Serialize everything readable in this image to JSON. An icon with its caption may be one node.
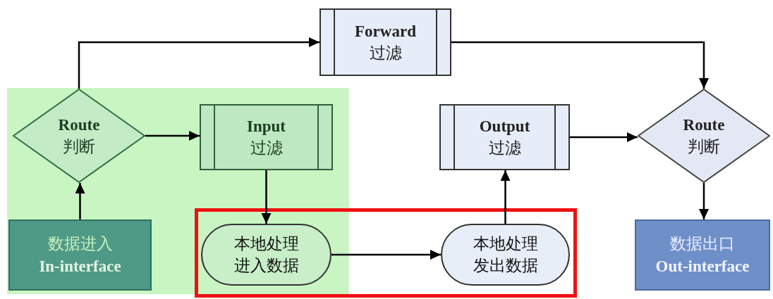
{
  "diagram": {
    "nodes": [
      {
        "text": [
          "Forward",
          "过滤"
        ]
      },
      {
        "text": [
          "Route",
          "判断"
        ]
      },
      {
        "text": [
          "Input",
          "过滤"
        ]
      },
      {
        "text": [
          "Output",
          "过滤"
        ]
      },
      {
        "text": [
          "Route",
          "判断"
        ]
      },
      {
        "text": [
          "数据进入",
          "In-interface"
        ]
      },
      {
        "text": [
          "本地处理",
          "进入数据"
        ]
      },
      {
        "text": [
          "本地处理",
          "发出数据"
        ]
      },
      {
        "text": [
          "数据出口",
          "Out-interface"
        ]
      }
    ],
    "edges": [
      {
        "from": 1,
        "to": 0,
        "arrow": "to"
      },
      {
        "from": 0,
        "to": 4,
        "arrow": "to"
      },
      {
        "from": 5,
        "to": 1,
        "arrow": "to"
      },
      {
        "from": 1,
        "to": 2,
        "arrow": "to"
      },
      {
        "from": 2,
        "to": 6,
        "arrow": "to"
      },
      {
        "from": 6,
        "to": 7,
        "arrow": "to"
      },
      {
        "from": 7,
        "to": 3,
        "arrow": "to"
      },
      {
        "from": 3,
        "to": 4,
        "arrow": "to"
      },
      {
        "from": 4,
        "to": 8,
        "arrow": "to"
      }
    ]
  }
}
